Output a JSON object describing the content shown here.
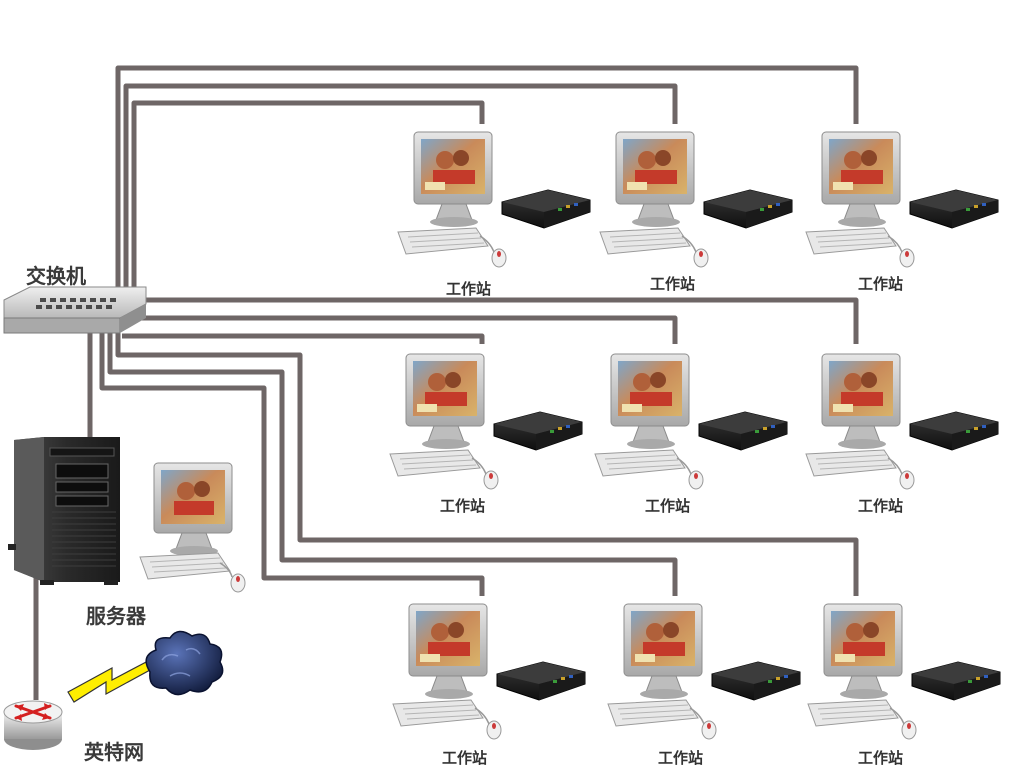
{
  "labels": {
    "switch": "交换机",
    "server": "服务器",
    "internet": "英特网",
    "workstation": "工作站"
  },
  "workstations": [
    {
      "id": "ws-r1-c1",
      "label": "工作站"
    },
    {
      "id": "ws-r1-c2",
      "label": "工作站"
    },
    {
      "id": "ws-r1-c3",
      "label": "工作站"
    },
    {
      "id": "ws-r2-c1",
      "label": "工作站"
    },
    {
      "id": "ws-r2-c2",
      "label": "工作站"
    },
    {
      "id": "ws-r2-c3",
      "label": "工作站"
    },
    {
      "id": "ws-r3-c1",
      "label": "工作站"
    },
    {
      "id": "ws-r3-c2",
      "label": "工作站"
    },
    {
      "id": "ws-r3-c3",
      "label": "工作站"
    }
  ],
  "colors": {
    "cable": "#6e6666",
    "device_dark": "#1e1e1e",
    "monitor_frame": "#c9c9c9",
    "switch_body": "#d6d6d6",
    "cloud": "#1d2a55",
    "lightning": "#ffee00",
    "router_arrows": "#d42020"
  },
  "icons": [
    "switch-icon",
    "server-icon",
    "monitor-icon",
    "keyboard-icon",
    "mouse-icon",
    "terminal-box-icon",
    "router-icon",
    "cloud-icon",
    "lightning-icon"
  ]
}
